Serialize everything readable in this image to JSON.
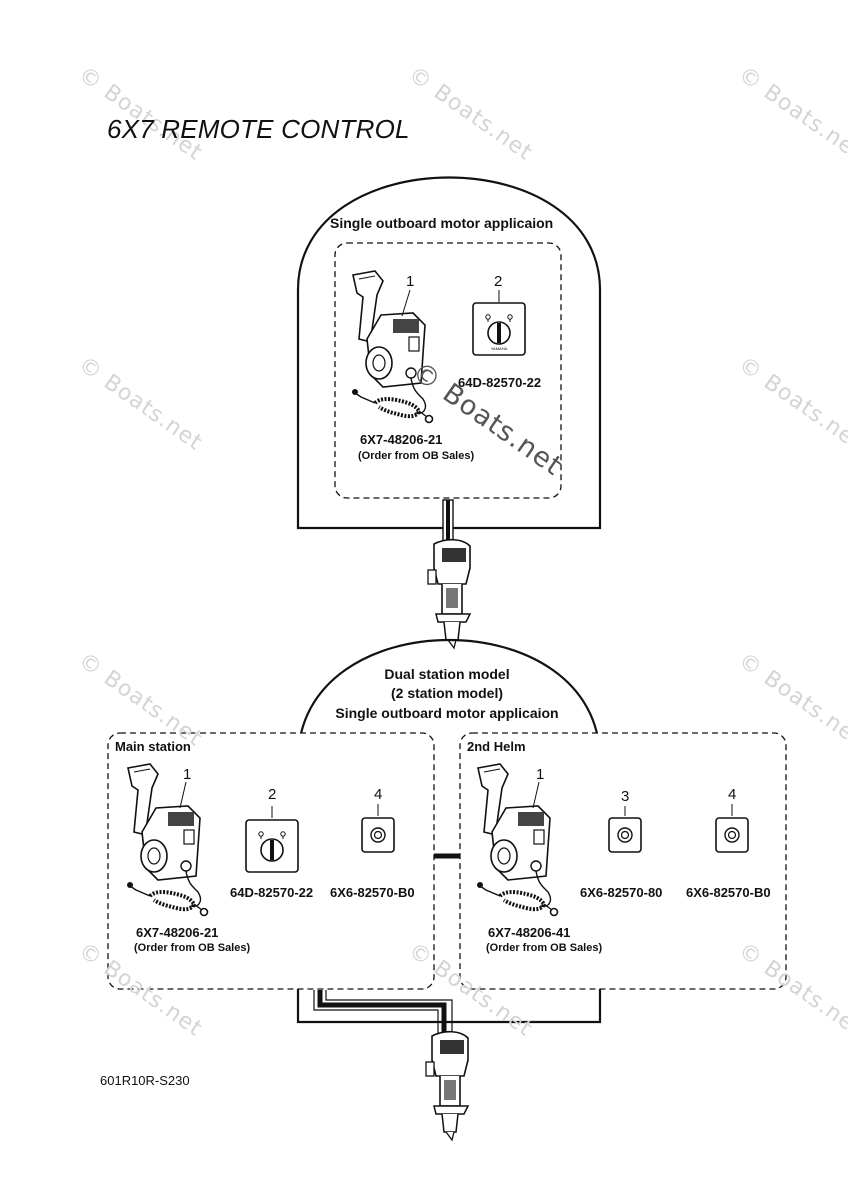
{
  "title": "6X7 REMOTE CONTROL",
  "diagram_code": "601R10R-S230",
  "watermark": "© Boats.net",
  "top_section": {
    "heading": "Single outboard motor applicaion",
    "control_box": {
      "callout": "1",
      "part_number": "6X7-48206-21",
      "note": "(Order from OB Sales)"
    },
    "key_switch": {
      "callout": "2",
      "part_number": "64D-82570-22",
      "brand": "YAMAHA"
    }
  },
  "bottom_section": {
    "heading_line1": "Dual station model",
    "heading_line2": "(2 station model)",
    "heading_line3": "Single outboard motor applicaion",
    "main_station": {
      "label": "Main station",
      "control_box": {
        "callout": "1",
        "part_number": "6X7-48206-21",
        "note": "(Order from OB Sales)"
      },
      "key_switch": {
        "callout": "2",
        "part_number": "64D-82570-22"
      },
      "switch_4": {
        "callout": "4",
        "part_number": "6X6-82570-B0"
      }
    },
    "second_helm": {
      "label": "2nd Helm",
      "control_box": {
        "callout": "1",
        "part_number": "6X7-48206-41",
        "note": "(Order from OB Sales)"
      },
      "switch_3": {
        "callout": "3",
        "part_number": "6X6-82570-80"
      },
      "switch_4": {
        "callout": "4",
        "part_number": "6X6-82570-B0"
      }
    }
  }
}
